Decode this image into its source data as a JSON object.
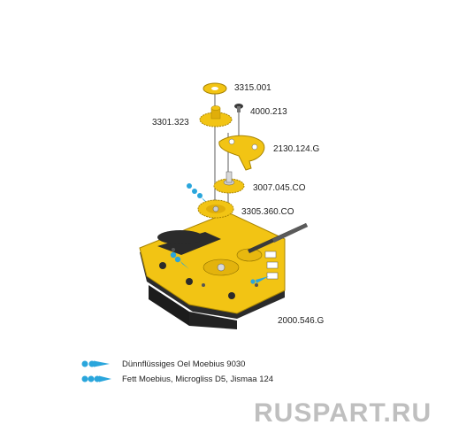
{
  "parts": [
    {
      "id": "part-3315-001",
      "number": "3315.001"
    },
    {
      "id": "part-4000-213",
      "number": "4000.213"
    },
    {
      "id": "part-3301-323",
      "number": "3301.323"
    },
    {
      "id": "part-2130-124",
      "number": "2130.124.G"
    },
    {
      "id": "part-3007-045",
      "number": "3007.045.CO"
    },
    {
      "id": "part-3305-360",
      "number": "3305.360.CO"
    },
    {
      "id": "part-2000-546",
      "number": "2000.546.G"
    }
  ],
  "legend": {
    "thin_oil": {
      "text": "Dünnflüssiges Oel Moebius 9030",
      "color": "#2aa6dc"
    },
    "grease": {
      "text": "Fett Moebius, Microgliss D5, Jismaa 124",
      "color": "#2aa6dc"
    }
  },
  "watermark": "RUSPART.RU",
  "colors": {
    "brass": "#f2c414",
    "plate_dark": "#2b2b2b",
    "oil": "#2aa6dc"
  }
}
